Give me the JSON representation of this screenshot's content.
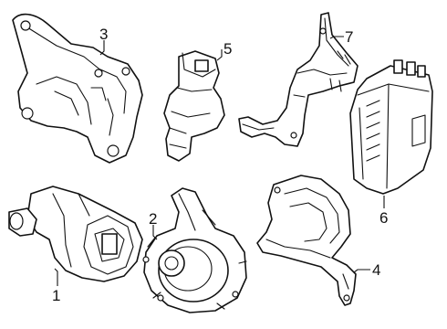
{
  "callouts": {
    "c1": "1",
    "c2": "2",
    "c3": "3",
    "c4": "4",
    "c5": "5",
    "c6": "6",
    "c7": "7"
  },
  "style": {
    "line_color": "#111111",
    "background": "#ffffff"
  }
}
